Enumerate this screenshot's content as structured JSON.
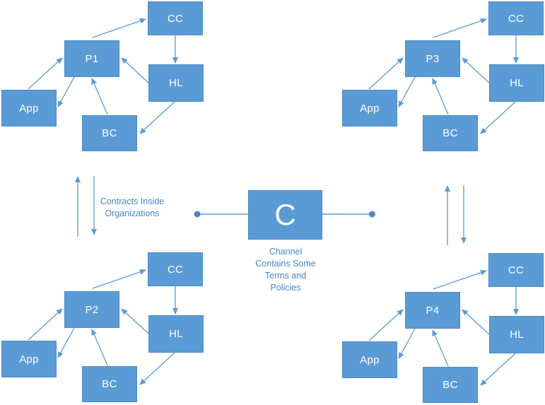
{
  "diagram": {
    "clusters": [
      {
        "name": "top-left",
        "nodes": [
          {
            "id": "cc",
            "label": "CC"
          },
          {
            "id": "p",
            "label": "P1"
          },
          {
            "id": "hl",
            "label": "HL"
          },
          {
            "id": "app",
            "label": "App"
          },
          {
            "id": "bc",
            "label": "BC"
          }
        ]
      },
      {
        "name": "top-right",
        "nodes": [
          {
            "id": "cc",
            "label": "CC"
          },
          {
            "id": "p",
            "label": "P3"
          },
          {
            "id": "hl",
            "label": "HL"
          },
          {
            "id": "app",
            "label": "App"
          },
          {
            "id": "bc",
            "label": "BC"
          }
        ]
      },
      {
        "name": "bottom-left",
        "nodes": [
          {
            "id": "cc",
            "label": "CC"
          },
          {
            "id": "p",
            "label": "P2"
          },
          {
            "id": "hl",
            "label": "HL"
          },
          {
            "id": "app",
            "label": "App"
          },
          {
            "id": "bc",
            "label": "BC"
          }
        ]
      },
      {
        "name": "bottom-right",
        "nodes": [
          {
            "id": "cc",
            "label": "CC"
          },
          {
            "id": "p",
            "label": "P4"
          },
          {
            "id": "hl",
            "label": "HL"
          },
          {
            "id": "app",
            "label": "App"
          },
          {
            "id": "bc",
            "label": "BC"
          }
        ]
      }
    ],
    "center": {
      "channel_label": "C",
      "caption": "Channel\nContains Some\nTerms and\nPolicies"
    },
    "left_link_label": "Contracts Inside\nOrganizations",
    "colors": {
      "node_fill": "#5b9bd5",
      "node_border": "#4e8ac5",
      "node_text": "#ffffff",
      "connector": "#5b9bd5",
      "dot": "#4a86c5",
      "caption_text": "#4a86c5"
    }
  }
}
